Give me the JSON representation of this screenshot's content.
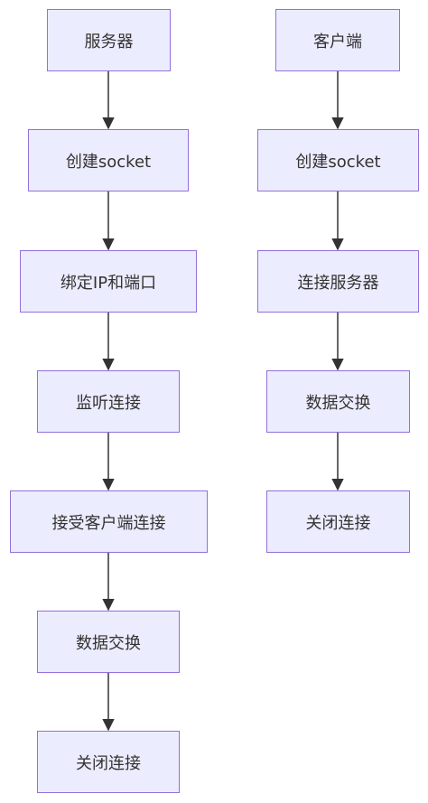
{
  "server_flow": [
    "服务器",
    "创建socket",
    "绑定IP和端口",
    "监听连接",
    "接受客户端连接",
    "数据交换",
    "关闭连接"
  ],
  "client_flow": [
    "客户端",
    "创建socket",
    "连接服务器",
    "数据交换",
    "关闭连接"
  ],
  "colors": {
    "node_fill": "#ececff",
    "node_border": "#9370db",
    "edge": "#333333",
    "text": "#333333"
  }
}
